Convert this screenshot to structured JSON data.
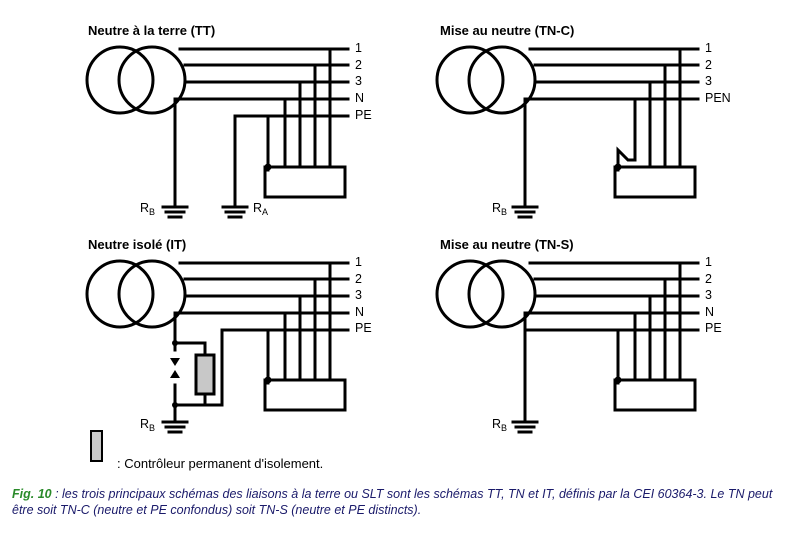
{
  "diagrams": [
    {
      "id": "tt",
      "title": "Neutre à la terre (TT)",
      "labels": [
        "1",
        "2",
        "3",
        "N",
        "PE"
      ],
      "earth_labels": [
        {
          "main": "R",
          "sub": "B"
        },
        {
          "main": "R",
          "sub": "A"
        }
      ]
    },
    {
      "id": "tnc",
      "title": "Mise au neutre (TN-C)",
      "labels": [
        "1",
        "2",
        "3",
        "PEN"
      ],
      "earth_labels": [
        {
          "main": "R",
          "sub": "B"
        }
      ]
    },
    {
      "id": "it",
      "title": "Neutre isolé (IT)",
      "labels": [
        "1",
        "2",
        "3",
        "N",
        "PE"
      ],
      "earth_labels": [
        {
          "main": "R",
          "sub": "B"
        }
      ]
    },
    {
      "id": "tns",
      "title": "Mise au neutre (TN-S)",
      "labels": [
        "1",
        "2",
        "3",
        "N",
        "PE"
      ],
      "earth_labels": [
        {
          "main": "R",
          "sub": "B"
        }
      ]
    }
  ],
  "legend": {
    "text": ": Contrôleur permanent d'isolement."
  },
  "caption": {
    "fig": "Fig. 10",
    "text": " : les trois principaux schémas des liaisons à la terre ou SLT sont les schémas TT, TN et IT, définis par la CEI 60364-3. Le TN peut être soit TN-C (neutre et PE confondus) soit TN-S (neutre et PE distincts)."
  },
  "colors": {
    "legend_fill": "#c8c8c8",
    "caption_text": "#1a1a6a",
    "fig_label": "#2a8a2a"
  }
}
